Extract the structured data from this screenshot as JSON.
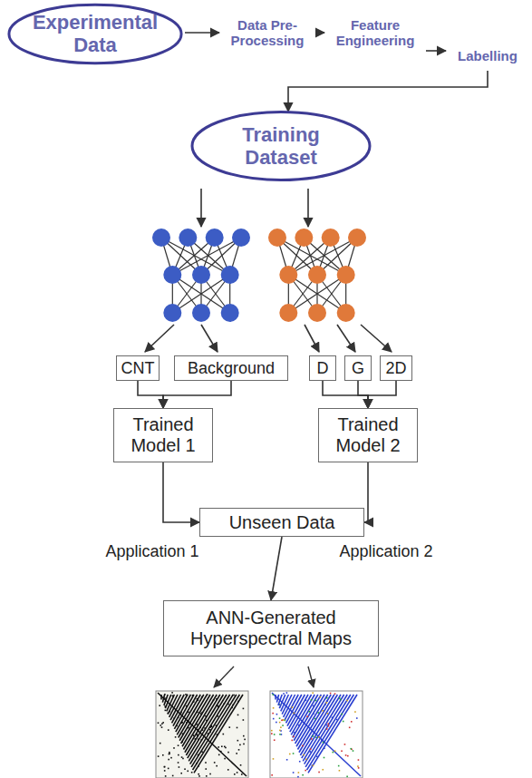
{
  "diagram": {
    "nodes": [
      {
        "text": [
          "Experimental Data"
        ]
      },
      {
        "text": [
          "Data Pre-Processing"
        ]
      },
      {
        "text": [
          "Feature Engineering"
        ]
      },
      {
        "text": [
          "Labelling"
        ]
      },
      {
        "text": [
          "Training Dataset"
        ]
      },
      {
        "text": [
          "CNT"
        ]
      },
      {
        "text": [
          "Background"
        ]
      },
      {
        "text": [
          "D"
        ]
      },
      {
        "text": [
          "G"
        ]
      },
      {
        "text": [
          "2D"
        ]
      },
      {
        "text": [
          "Trained Model 1"
        ]
      },
      {
        "text": [
          "Trained Model 2"
        ]
      },
      {
        "text": [
          "Unseen Data"
        ]
      },
      {
        "text": [
          "ANN-Generated Hyperspectral Maps"
        ]
      }
    ],
    "edges": [
      {
        "from": 0,
        "to": 1,
        "arrow": "to"
      },
      {
        "from": 1,
        "to": 2,
        "arrow": "to"
      },
      {
        "from": 2,
        "to": 3,
        "arrow": "to"
      },
      {
        "from": 3,
        "to": 4,
        "arrow": "to"
      },
      {
        "from": 5,
        "to": 10,
        "arrow": "to"
      },
      {
        "from": 6,
        "to": 10,
        "arrow": "to"
      },
      {
        "from": 7,
        "to": 11,
        "arrow": "to"
      },
      {
        "from": 8,
        "to": 11,
        "arrow": "to"
      },
      {
        "from": 9,
        "to": 11,
        "arrow": "to"
      },
      {
        "from": 10,
        "to": 12,
        "arrow": "to"
      },
      {
        "from": 11,
        "to": 12,
        "arrow": "to"
      },
      {
        "from": 12,
        "to": 13,
        "arrow": "to"
      }
    ],
    "labels": [
      "Application 1",
      "Application 2"
    ]
  }
}
